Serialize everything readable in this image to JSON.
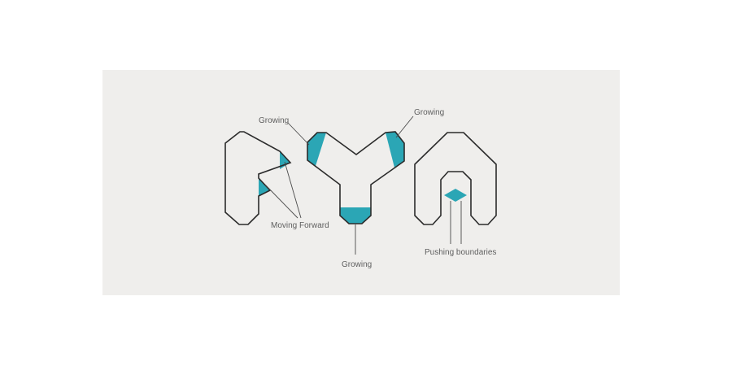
{
  "labels": {
    "growing_top_left": "Growing",
    "growing_top_right": "Growing",
    "growing_bottom": "Growing",
    "moving_forward": "Moving Forward",
    "pushing_boundaries": "Pushing boundaries"
  },
  "colors": {
    "accent": "#2ba6b5",
    "outline": "#2b2b2b",
    "panel": "#efeeec",
    "label": "#5f5f5f"
  }
}
